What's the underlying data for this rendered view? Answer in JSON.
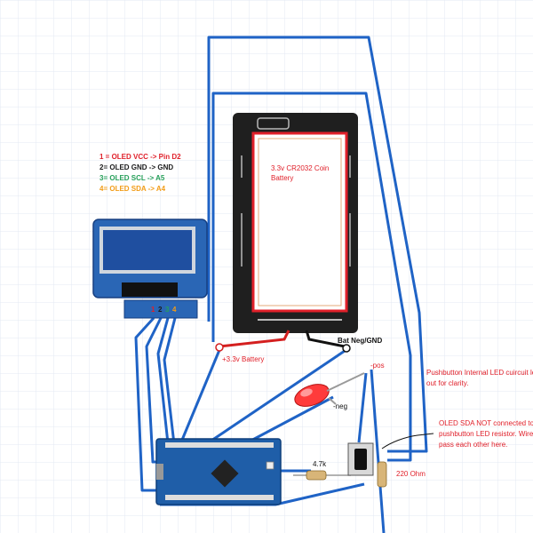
{
  "legend": {
    "line1": "1 = OLED VCC -> Pin D2",
    "line2": "2= OLED GND -> GND",
    "line3": "3= OLED SCL -> A5",
    "line4": "4= OLED SDA -> A4"
  },
  "oled": {
    "pins": [
      "1",
      "2",
      "3",
      "4"
    ]
  },
  "battery": {
    "label_line1": "3.3v CR2032 Coin",
    "label_line2": "Battery"
  },
  "labels": {
    "bat_neg": "Bat Neg/GND",
    "bat_pos": "+3.3v Battery",
    "led_pos": "-pos",
    "led_neg": "-neg",
    "resistor_4k7": "4.7k",
    "resistor_220": "220 Ohm"
  },
  "notes": {
    "note1_line1": "Pushbutton Internal LED cuircuit left",
    "note1_line2": "out for clarity.",
    "note2_line1": "OLED SDA NOT connected to",
    "note2_line2": "pushbutton LED resistor. Wires",
    "note2_line3": "pass each other here."
  },
  "colors": {
    "wire": "#1f63c6",
    "bg_grid": "#e3e9f3",
    "red_text": "#e0202a",
    "green_text": "#27a05a",
    "orange_text": "#f29c17",
    "board": "#1f5ea8",
    "battery_holder": "#1f1f1f"
  }
}
